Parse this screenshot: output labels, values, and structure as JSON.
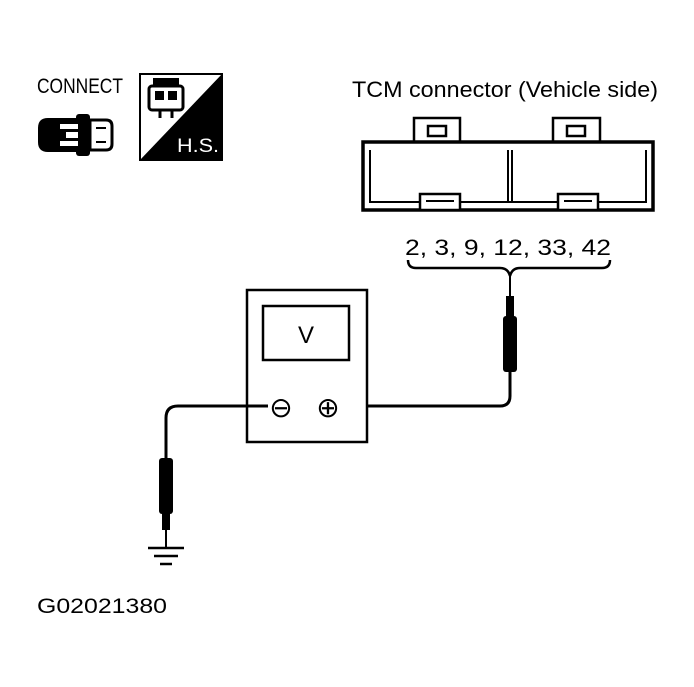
{
  "connect_badge": {
    "label": "CONNECT",
    "icon": "connector-plug-icon"
  },
  "hs_badge": {
    "label": "H.S.",
    "icon": "harness-connector-icon"
  },
  "tcm_connector": {
    "title": "TCM connector (Vehicle side)",
    "terminals": "2, 3, 9, 12, 33, 42"
  },
  "voltmeter": {
    "display": "V",
    "negative_terminal": "⊖",
    "positive_terminal": "⊕"
  },
  "ground": {
    "icon": "ground-symbol-icon"
  },
  "figure_id": "G02021380"
}
